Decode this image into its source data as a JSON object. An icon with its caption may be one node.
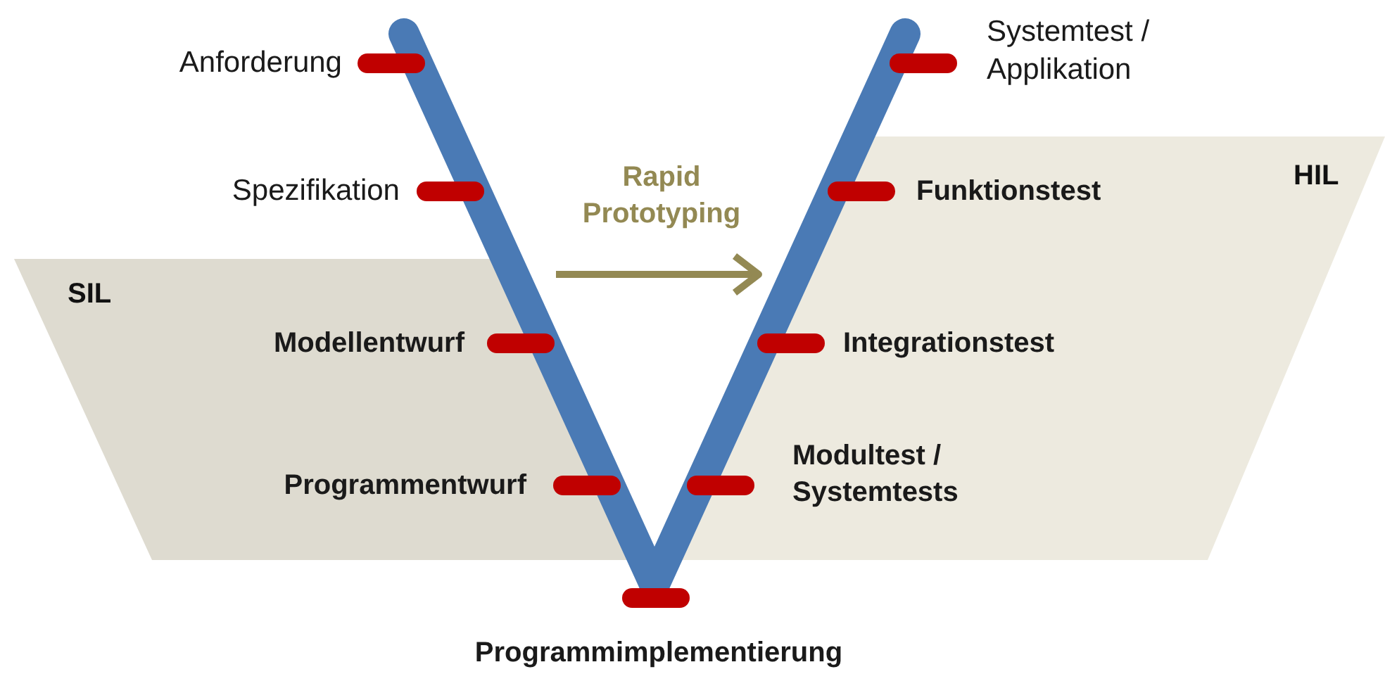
{
  "diagram": {
    "nodes": [
      {
        "text": [
          "SIL"
        ]
      },
      {
        "text": [
          "HIL"
        ]
      }
    ],
    "labels": [
      "Anforderung",
      "Systemtest / Applikation",
      "Spezifikation",
      "Rapid Prototyping",
      "Funktionstest",
      "Modellentwurf",
      "Integrationstest",
      "Programmentwurf",
      "Modultest / Systemtests",
      "Programmimplementierung"
    ]
  }
}
